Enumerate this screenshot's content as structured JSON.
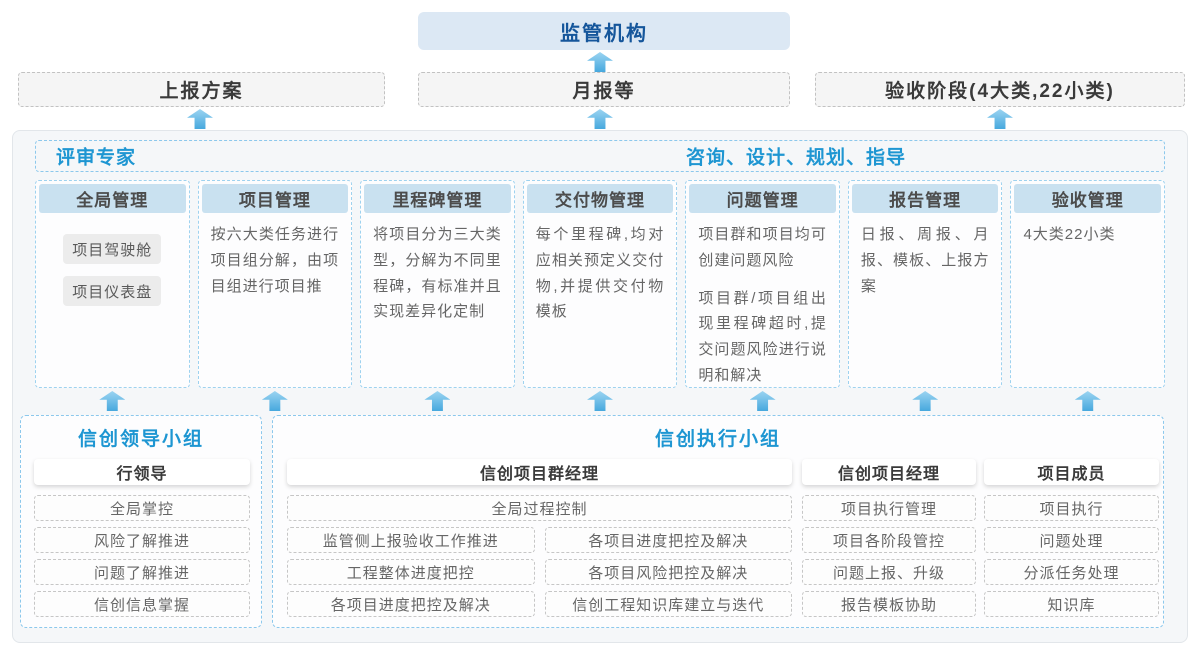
{
  "top": {
    "regulator_label": "监管机构"
  },
  "outputs": [
    {
      "label": "上报方案"
    },
    {
      "label": "月报等"
    },
    {
      "label": "验收阶段(4大类,22小类)"
    }
  ],
  "platform": {
    "left_role": "评审专家",
    "right_role": "咨询、设计、规划、指导",
    "columns": [
      {
        "title": "全局管理",
        "chips": [
          "项目驾驶舱",
          "项目仪表盘"
        ]
      },
      {
        "title": "项目管理",
        "paragraphs": [
          "按六大类任务进行项目组分解，由项目组进行项目推"
        ]
      },
      {
        "title": "里程碑管理",
        "paragraphs": [
          "将项目分为三大类型，分解为不同里程碑，有标准并且实现差异化定制"
        ]
      },
      {
        "title": "交付物管理",
        "paragraphs": [
          "每个里程碑,均对应相关预定义交付物,并提供交付物模板"
        ]
      },
      {
        "title": "问题管理",
        "paragraphs": [
          "项目群和项目均可创建问题风险",
          "项目群/项目组出现里程碑超时,提交问题风险进行说明和解决"
        ]
      },
      {
        "title": "报告管理",
        "paragraphs": [
          "日报、周报、月报、模板、上报方案"
        ]
      },
      {
        "title": "验收管理",
        "paragraphs": [
          "4大类22小类"
        ]
      }
    ]
  },
  "bottom": {
    "leader_group": {
      "title": "信创领导小组",
      "role": "行领导",
      "items": [
        "全局掌控",
        "风险了解推进",
        "问题了解推进",
        "信创信息掌握"
      ]
    },
    "exec_group": {
      "title": "信创执行小组",
      "program_manager": {
        "role": "信创项目群经理",
        "full_item": "全局过程控制",
        "left_items": [
          "监管侧上报验收工作推进",
          "工程整体进度把控",
          "各项目进度把控及解决"
        ],
        "right_items": [
          "各项目进度把控及解决",
          "各项目风险把控及解决",
          "信创工程知识库建立与迭代"
        ]
      },
      "project_manager": {
        "role": "信创项目经理",
        "items": [
          "项目执行管理",
          "项目各阶段管控",
          "问题上报、升级",
          "报告模板协助"
        ]
      },
      "member": {
        "role": "项目成员",
        "items": [
          "项目执行",
          "问题处理",
          "分派任务处理",
          "知识库"
        ]
      }
    }
  },
  "colors": {
    "accent_blue": "#1e96d2",
    "dark_blue": "#15569b",
    "arrow_blue": "#47a8de",
    "column_header_bg": "#c9e1f0",
    "regulator_bg": "#dce8f4"
  }
}
